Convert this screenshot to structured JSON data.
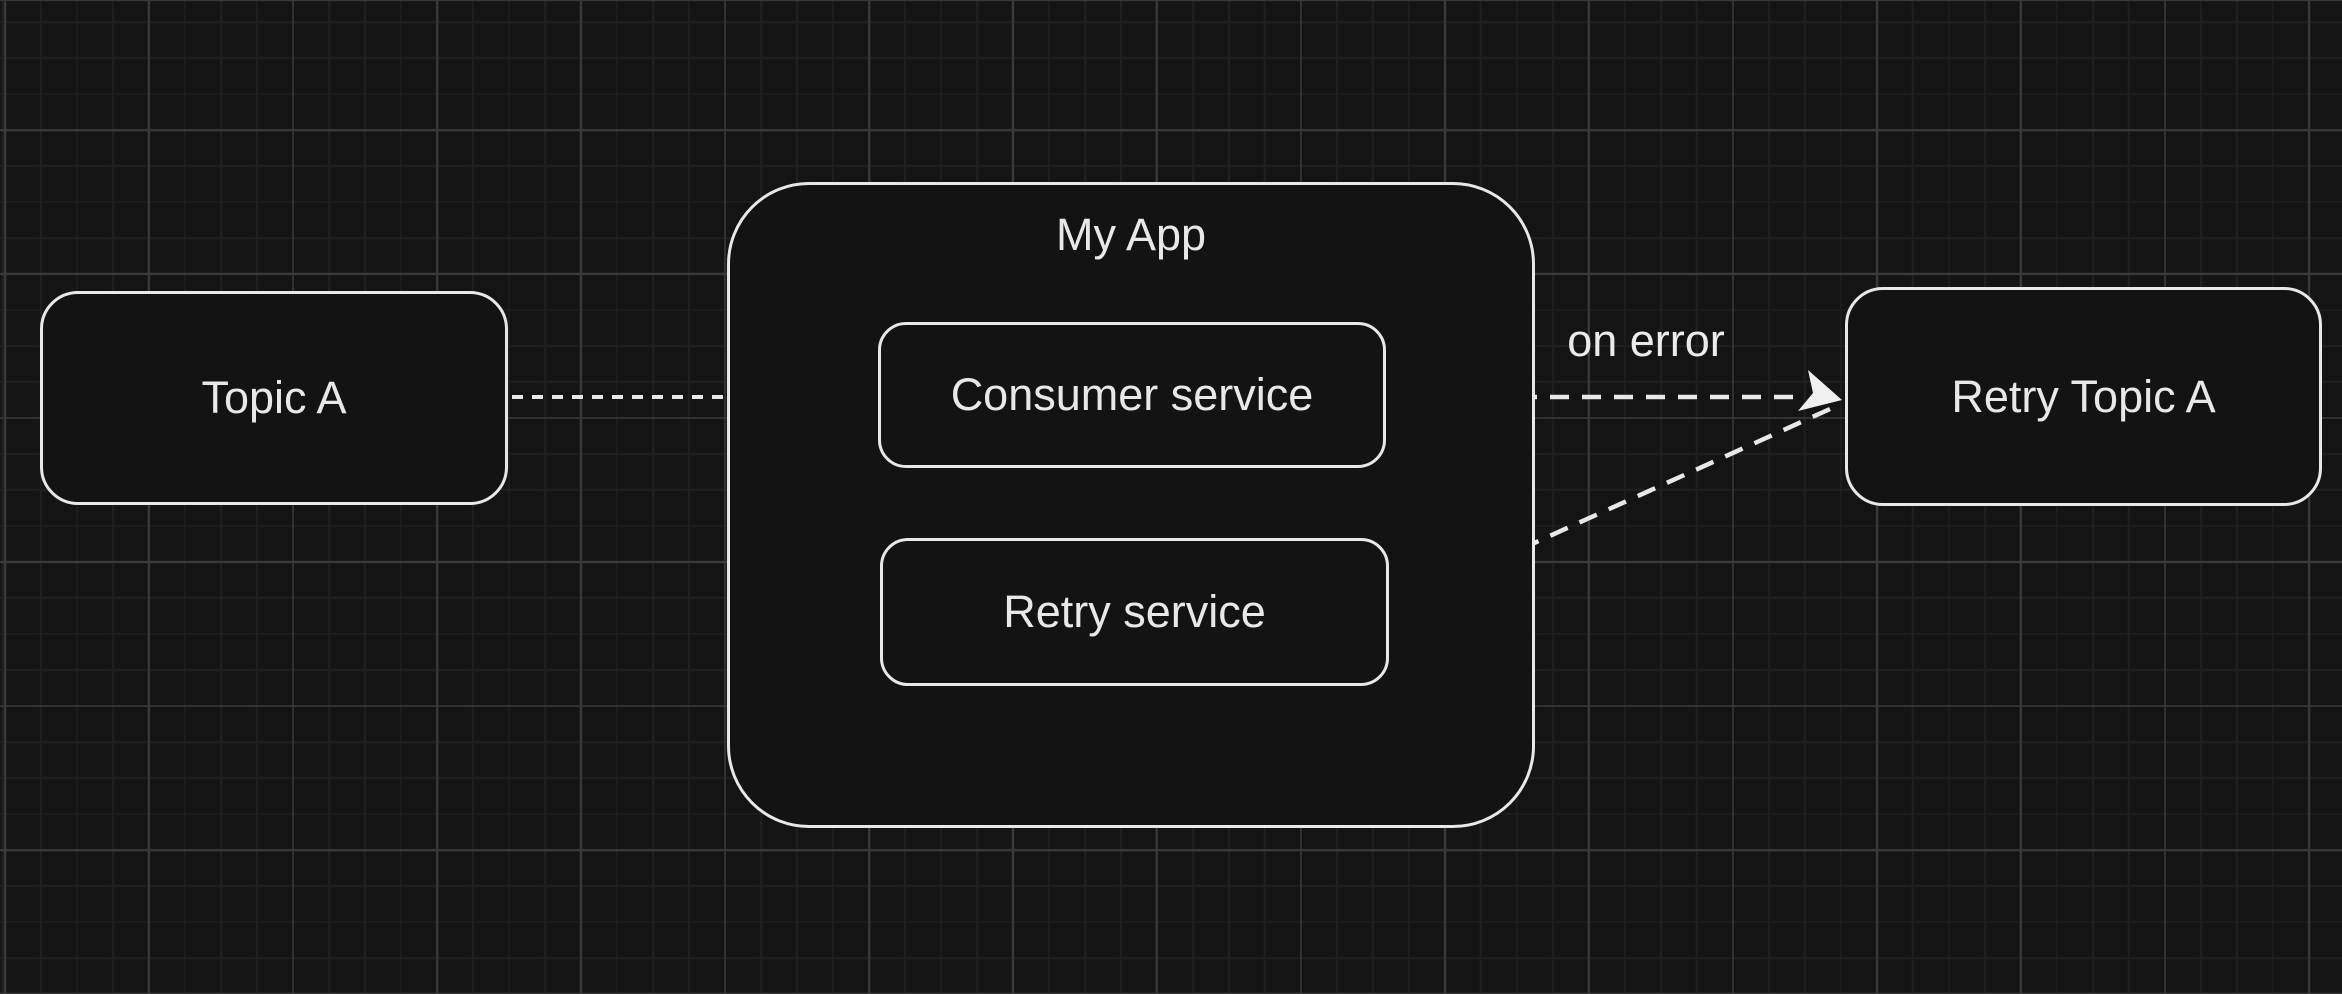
{
  "nodes": {
    "topic_a": {
      "label": "Topic A"
    },
    "my_app": {
      "label": "My App"
    },
    "consumer_service": {
      "label": "Consumer service"
    },
    "retry_service": {
      "label": "Retry service"
    },
    "retry_topic_a": {
      "label": "Retry Topic A"
    }
  },
  "edges": [
    {
      "from": "Topic A",
      "to": "Consumer service",
      "label": "",
      "style": "dashed-arrow"
    },
    {
      "from": "Consumer service",
      "to": "Retry Topic A",
      "label": "on error",
      "style": "dashed-arrow"
    },
    {
      "from": "Retry Topic A",
      "to": "Retry service",
      "label": "",
      "style": "dashed-arrow"
    }
  ],
  "colors": {
    "canvas_background": "#141414",
    "grid_minor": "#1f1f1f",
    "grid_major": "#3a3a3a",
    "shape_fill": "#131313",
    "shape_stroke": "#e8e8e8",
    "arrow_stroke": "#e8e8e8",
    "arrowhead_fill": "#f0f0f0",
    "text": "#e8e8e8"
  }
}
